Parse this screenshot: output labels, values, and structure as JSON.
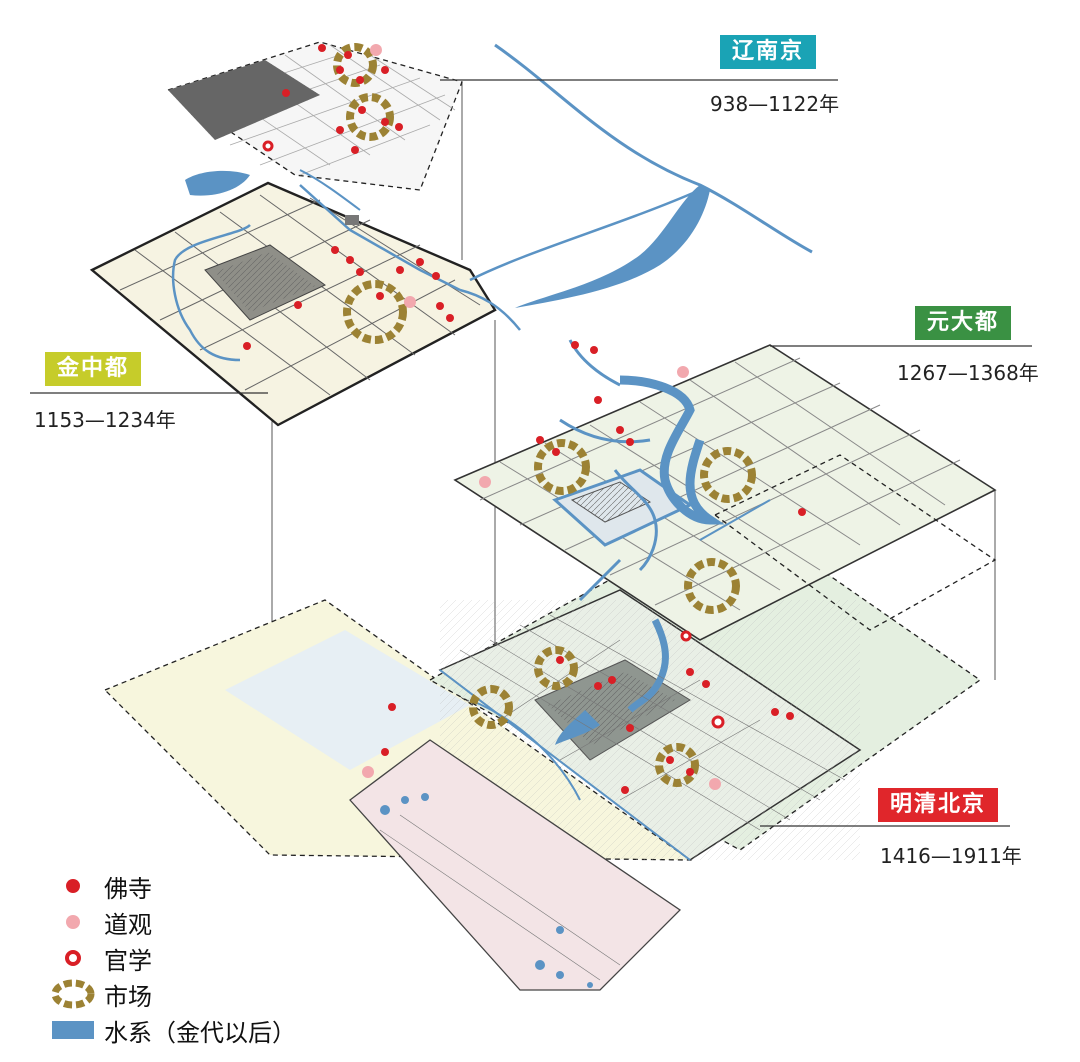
{
  "eras": [
    {
      "id": "liao",
      "name": "辽南京",
      "years": "938—1122年",
      "color": "#1aa3b5"
    },
    {
      "id": "jin",
      "name": "金中都",
      "years": "1153—1234年",
      "color": "#c6cc2a"
    },
    {
      "id": "yuan",
      "name": "元大都",
      "years": "1267—1368年",
      "color": "#3a9143"
    },
    {
      "id": "ming",
      "name": "明清北京",
      "years": "1416—1911年",
      "color": "#e0262b"
    }
  ],
  "legend": [
    {
      "symbol": "buddhist-temple",
      "label": "佛寺",
      "color": "#d91f26"
    },
    {
      "symbol": "taoist-temple",
      "label": "道观",
      "color": "#f2a8ae"
    },
    {
      "symbol": "official-school",
      "label": "官学",
      "color": "#d91f26"
    },
    {
      "symbol": "market",
      "label": "市场",
      "color": "#9c8234"
    },
    {
      "symbol": "water-system",
      "label": "水系（金代以后）",
      "color": "#5b93c4"
    }
  ],
  "colors": {
    "water": "#5b93c4",
    "market": "#9c8234",
    "temple": "#d91f26",
    "taoist": "#f2a8ae",
    "palace": "#8e8e8e",
    "liao_fill": "#f4f4f4",
    "jin_fill": "#f6f3e2",
    "yuan_fill": "#eef3e6",
    "ming_fill": "#e6efe3"
  }
}
